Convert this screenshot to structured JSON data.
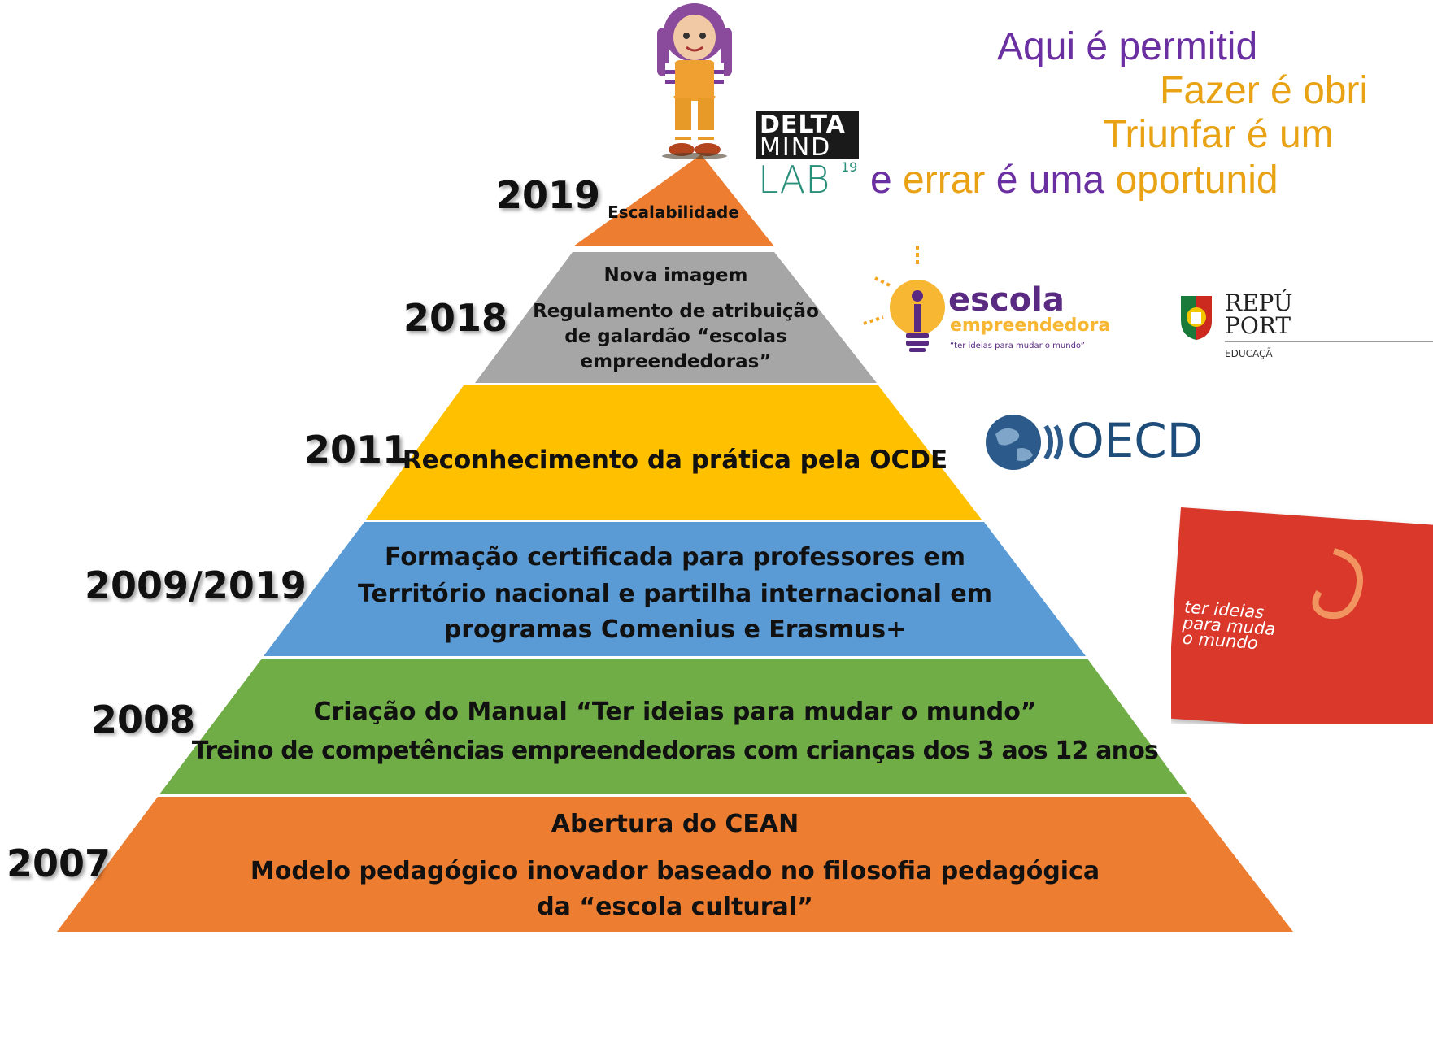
{
  "levels": [
    {
      "year": "2019",
      "color": "#ed7d31",
      "lines": [
        "Escalabilidade"
      ]
    },
    {
      "year": "2018",
      "color": "#a6a6a6",
      "lines": [
        "Nova imagem",
        "Regulamento de atribuição",
        "de galardão “escolas",
        "empreendedoras”"
      ]
    },
    {
      "year": "2011",
      "color": "#ffc000",
      "lines": [
        "Reconhecimento da prática pela OCDE"
      ]
    },
    {
      "year": "2009/2019",
      "color": "#5b9bd5",
      "lines": [
        "Formação certificada para professores em",
        "Território nacional e partilha internacional em",
        "programas Comenius  e Erasmus+"
      ]
    },
    {
      "year": "2008",
      "color": "#70ad47",
      "lines": [
        "Criação do Manual “Ter ideias para mudar o mundo”",
        "Treino de competências empreendedoras com crianças dos 3 aos 12 anos"
      ]
    },
    {
      "year": "2007",
      "color": "#ed7d31",
      "lines": [
        "Abertura do CEAN",
        "Modelo pedagógico inovador baseado no filosofia pedagógica",
        "da “escola cultural”"
      ]
    }
  ],
  "quote": {
    "l1a": "Aqui é permitid",
    "l2a": "Fazer",
    "l2b": " é obri",
    "l3a": "Triunfar",
    "l3b": " é um",
    "l4a": "e ",
    "l4b": "errar",
    "l4c": " é uma ",
    "l4d": "oportunid"
  },
  "logos": {
    "delta": [
      "DELTA",
      "MIND",
      "LAB",
      "19"
    ],
    "escola": {
      "word1": "escola",
      "word2": "empreendedora",
      "tagline": "“ter ideias para mudar o mundo”"
    },
    "republica": {
      "l1": "REPÚ",
      "l2": "PORT",
      "l3": "EDUCAÇÃ"
    },
    "oecd": "OECD",
    "book": [
      "ter ideias",
      "para muda",
      "o mundo"
    ]
  }
}
